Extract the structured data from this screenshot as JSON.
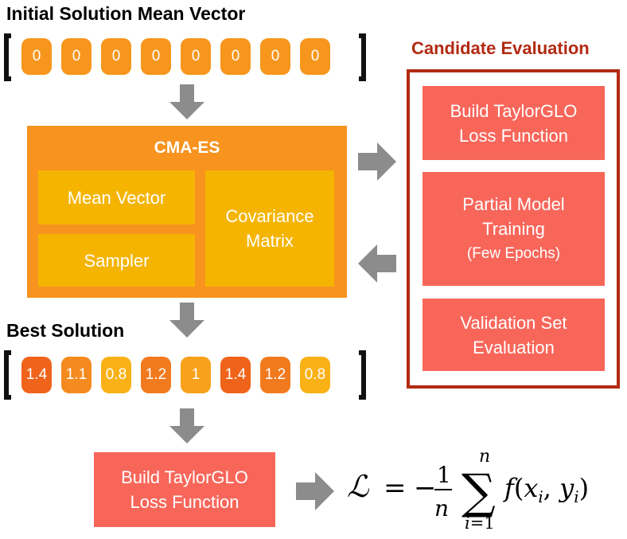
{
  "initial": {
    "title": "Initial Solution Mean Vector",
    "values": [
      "0",
      "0",
      "0",
      "0",
      "0",
      "0",
      "0",
      "0"
    ]
  },
  "cmaes": {
    "title": "CMA-ES",
    "mean_vector": "Mean Vector",
    "sampler": "Sampler",
    "covariance_line1": "Covariance",
    "covariance_line2": "Matrix"
  },
  "best": {
    "title": "Best Solution",
    "cells": [
      {
        "value": "1.4",
        "color": "#f0631a"
      },
      {
        "value": "1.1",
        "color": "#f58a1e"
      },
      {
        "value": "0.8",
        "color": "#f9b116"
      },
      {
        "value": "1.2",
        "color": "#f27a1e"
      },
      {
        "value": "1",
        "color": "#f8a11a"
      },
      {
        "value": "1.4",
        "color": "#f0631a"
      },
      {
        "value": "1.2",
        "color": "#f27a1e"
      },
      {
        "value": "0.8",
        "color": "#f9b116"
      }
    ]
  },
  "candidate": {
    "title": "Candidate Evaluation",
    "build_line1": "Build TaylorGLO",
    "build_line2": "Loss Function",
    "partial_line1": "Partial Model",
    "partial_line2": "Training",
    "partial_line3": "(Few Epochs)",
    "validation_line1": "Validation Set",
    "validation_line2": "Evaluation"
  },
  "final": {
    "build_line1": "Build TaylorGLO",
    "build_line2": "Loss Function"
  },
  "colors": {
    "orange_outer": "#f7931e",
    "yellow_inner": "#f4b400",
    "salmon": "#f8665a",
    "dark_red": "#b22a12",
    "arrow_gray": "#8c8c8c"
  }
}
